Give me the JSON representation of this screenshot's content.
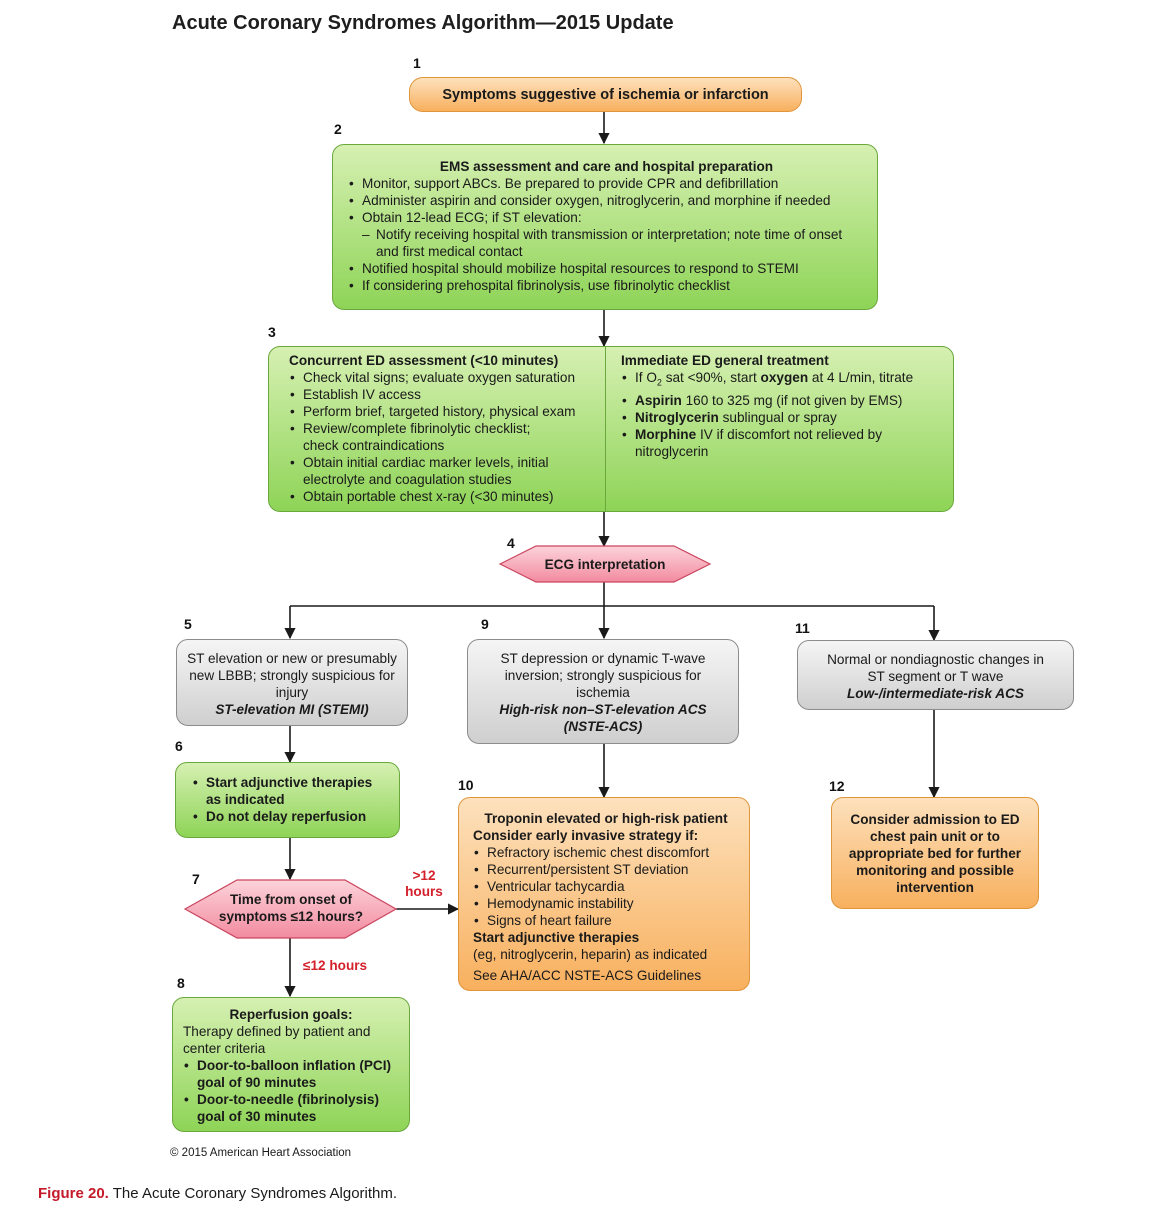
{
  "title": "Acute Coronary Syndromes Algorithm—2015 Update",
  "step_numbers": [
    "1",
    "2",
    "3",
    "4",
    "5",
    "6",
    "7",
    "8",
    "9",
    "10",
    "11",
    "12"
  ],
  "box1": {
    "text": "Symptoms suggestive of ischemia or infarction"
  },
  "box2": {
    "title": "EMS assessment and care and hospital preparation",
    "items": [
      "Monitor, support ABCs. Be prepared to provide CPR and defibrillation",
      "Administer aspirin and consider oxygen, nitroglycerin, and morphine if needed",
      "Obtain 12-lead ECG; if ST elevation:"
    ],
    "sub_item": "Notify receiving hospital with transmission or interpretation; note time of onset and first medical contact",
    "items_after": [
      "Notified hospital should mobilize hospital resources to respond to STEMI",
      "If considering prehospital fibrinolysis, use fibrinolytic checklist"
    ]
  },
  "box3": {
    "left_title": "Concurrent ED assessment (<10 minutes)",
    "left_items": [
      "Check vital signs; evaluate oxygen saturation",
      "Establish IV access",
      "Perform brief, targeted history, physical exam",
      "Review/complete fibrinolytic checklist; check contraindications",
      "Obtain initial cardiac marker levels, initial electrolyte and coagulation studies",
      "Obtain portable chest x-ray (<30 minutes)"
    ],
    "right_title": "Immediate ED general treatment",
    "right_item1": {
      "a": "If O",
      "sub": "2",
      "b": " sat <90%, start ",
      "bold": "oxygen",
      "c": " at 4 L/min, titrate"
    },
    "right_item2": {
      "bold": "Aspirin",
      "rest": " 160 to 325 mg (if not given by EMS)"
    },
    "right_item3": {
      "bold": "Nitroglycerin",
      "rest": " sublingual or spray"
    },
    "right_item4": {
      "bold": "Morphine",
      "rest": " IV if discomfort not relieved by nitroglycerin"
    }
  },
  "box4": {
    "text": "ECG interpretation"
  },
  "box5": {
    "text": "ST elevation or new or presumably new LBBB; strongly suspicious for injury",
    "emphasis": "ST-elevation MI (STEMI)"
  },
  "box6": {
    "items": [
      "Start adjunctive therapies as indicated",
      "Do not delay reperfusion"
    ]
  },
  "box7": {
    "text": "Time from onset of symptoms ≤12 hours?"
  },
  "label_over12": ">12 hours",
  "label_under12": "≤12 hours",
  "box8": {
    "title": "Reperfusion goals:",
    "text": "Therapy defined by patient and center criteria",
    "items": [
      "Door-to-balloon inflation (PCI) goal of 90 minutes",
      "Door-to-needle (fibrinolysis) goal of 30 minutes"
    ]
  },
  "box9": {
    "text": "ST depression or dynamic T-wave inversion; strongly suspicious for ischemia",
    "emphasis": "High-risk non–ST-elevation ACS (NSTE-ACS)"
  },
  "box10": {
    "title1": "Troponin elevated or high-risk patient",
    "title2": "Consider early invasive strategy if:",
    "items": [
      "Refractory ischemic chest discomfort",
      "Recurrent/persistent ST deviation",
      "Ventricular tachycardia",
      "Hemodynamic instability",
      "Signs of heart failure"
    ],
    "title3": "Start adjunctive therapies",
    "text3": "(eg, nitroglycerin, heparin) as indicated",
    "text4": "See AHA/ACC NSTE-ACS Guidelines"
  },
  "box11": {
    "text": "Normal or nondiagnostic changes in ST segment or T wave",
    "emphasis": "Low-/intermediate-risk ACS"
  },
  "box12": {
    "text": "Consider admission to ED chest pain unit or to appropriate bed for further monitoring and possible intervention"
  },
  "copyright": "© 2015 American Heart Association",
  "caption": {
    "label": "Figure 20.",
    "text": " The Acute Coronary Syndromes Algorithm."
  },
  "colors": {
    "green": "#9ad865",
    "orange": "#f9b464",
    "gray": "#d6d6d6",
    "pink": "#f7a6b4",
    "red_text": "#d4202b"
  }
}
